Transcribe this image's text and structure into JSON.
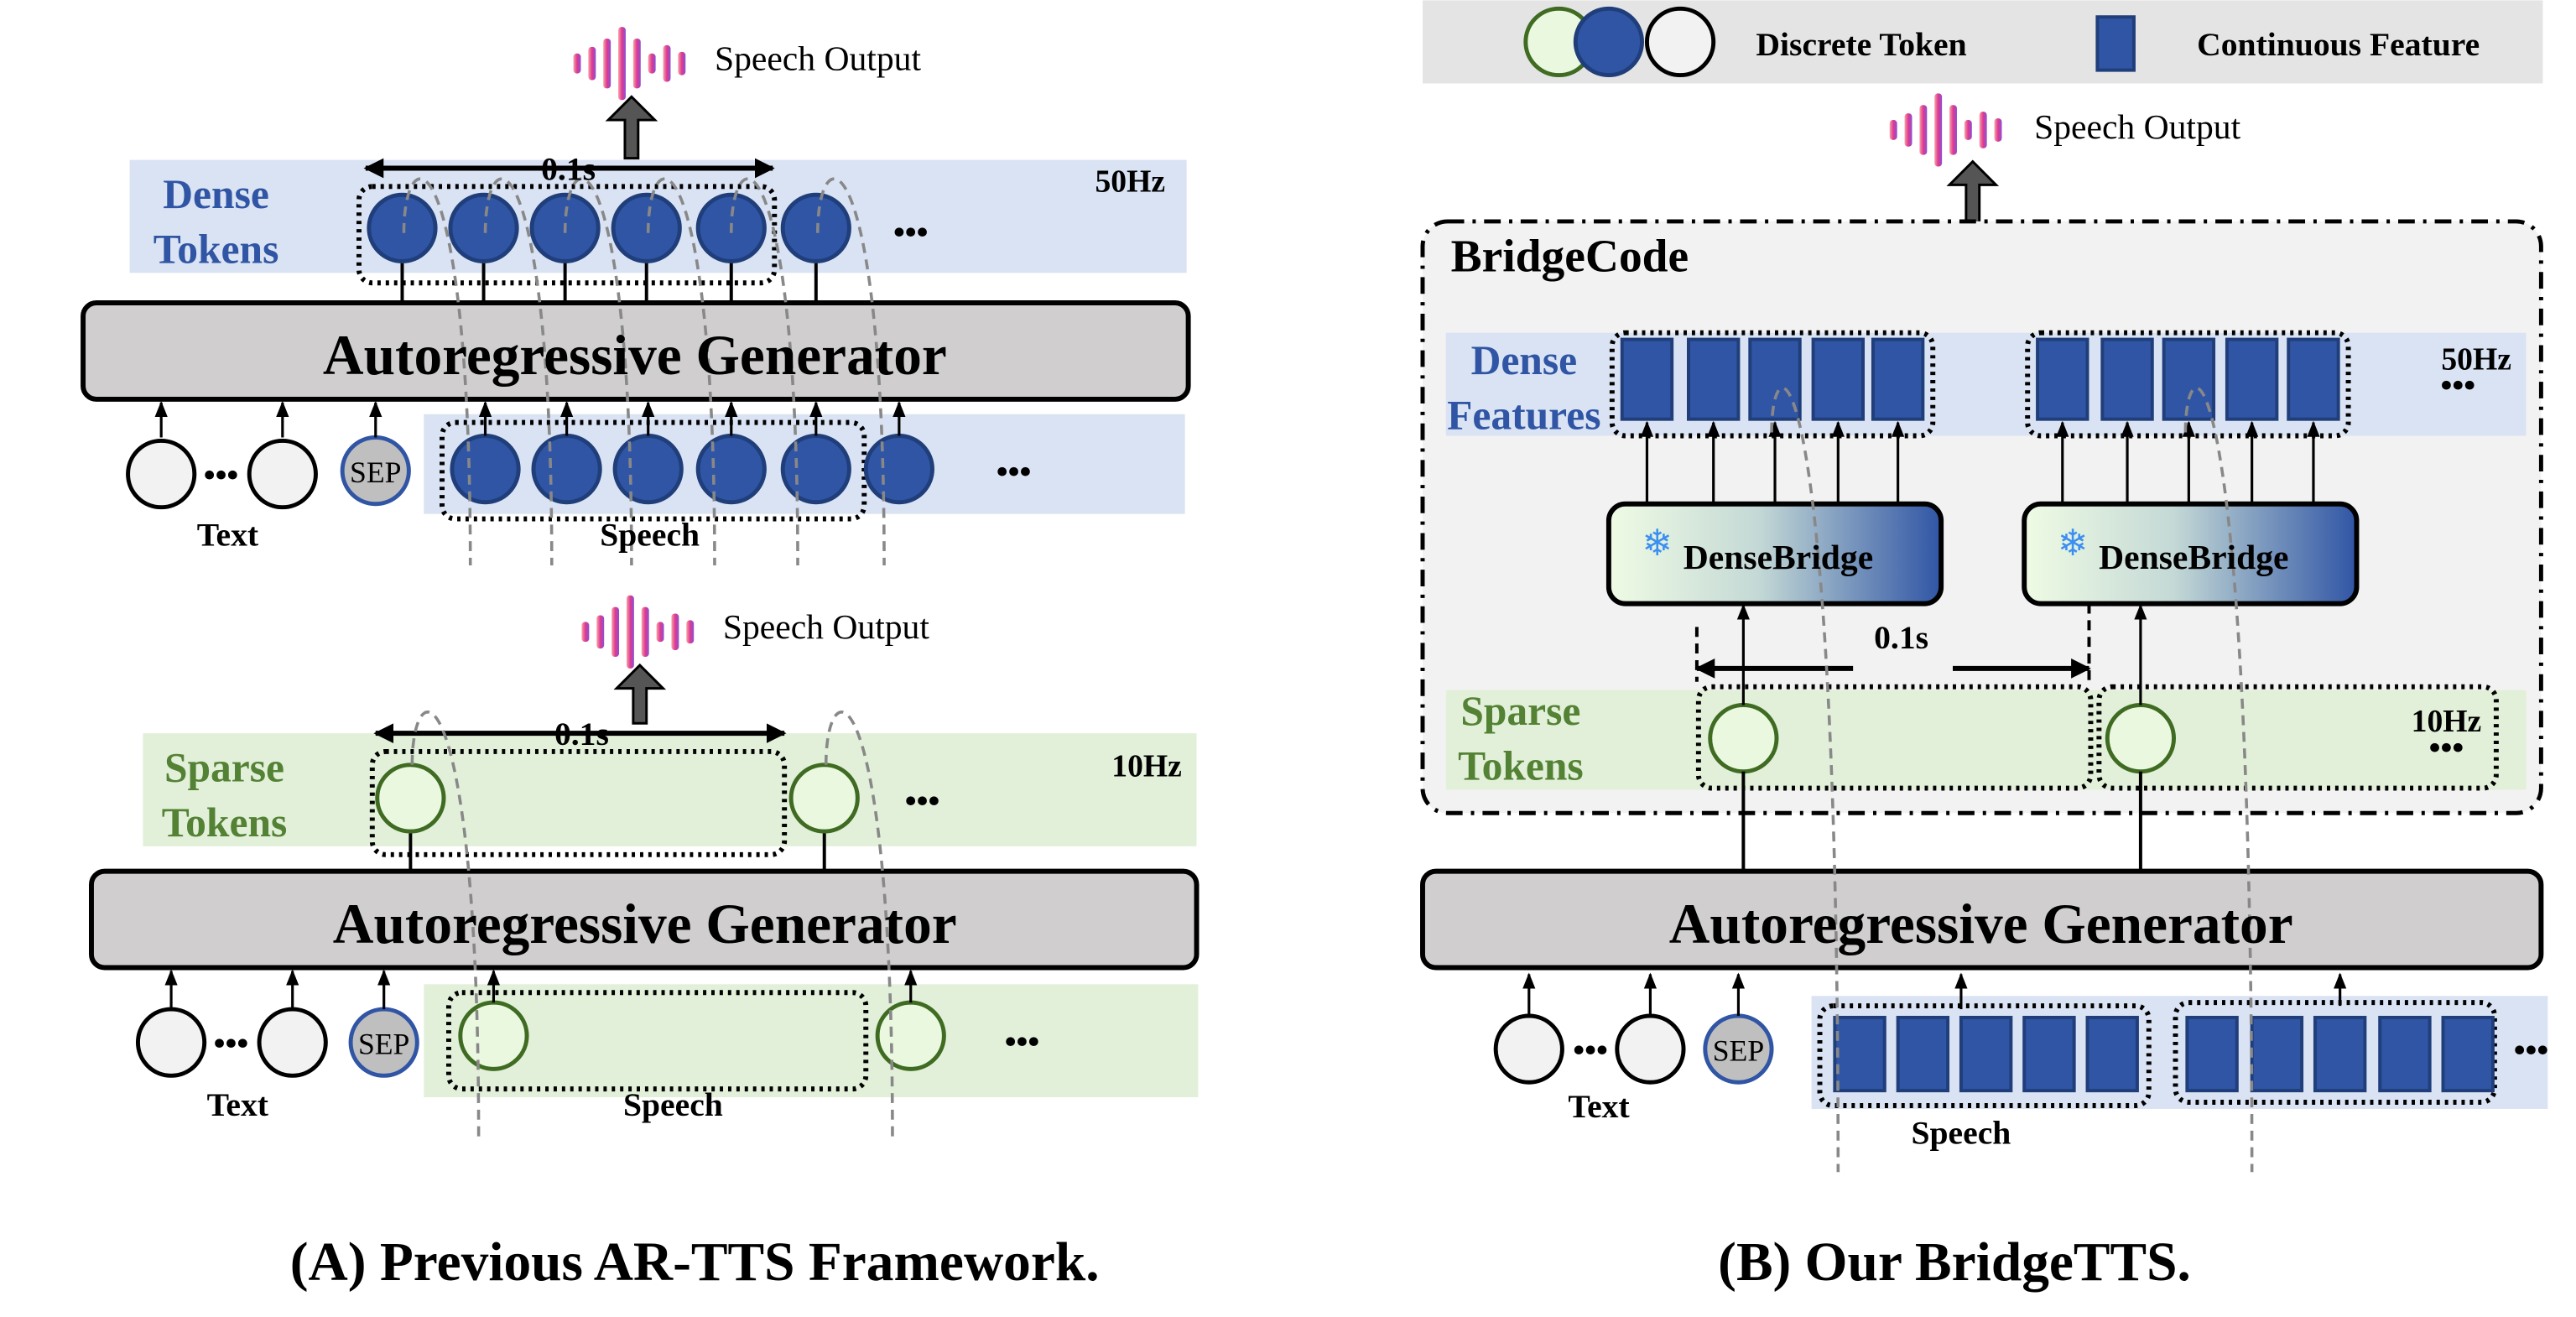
{
  "colors": {
    "dense_band": "#dae3f3",
    "sparse_band": "#e2f0d9",
    "dense_token": "#3055a5",
    "sparse_token": "#ebf8e0",
    "sparse_stroke": "#3f6b22",
    "generator": "#d0cece",
    "bridgecode_bg": "#f2f2f2",
    "legend_bg": "#e4e4e4",
    "snowflake": "#3b8ff0"
  },
  "common": {
    "speech_output": "Speech Output",
    "interval": "0.1s",
    "text": "Text",
    "speech": "Speech",
    "sep": "SEP",
    "ellipsis": "•••",
    "generator": "Autoregressive Generator"
  },
  "panel_a": {
    "dense_label": [
      "Dense",
      "Tokens"
    ],
    "dense_rate": "50Hz",
    "sparse_label": [
      "Sparse",
      "Tokens"
    ],
    "sparse_rate": "10Hz",
    "caption": "(A) Previous AR-TTS Framework."
  },
  "panel_b": {
    "legend": {
      "discrete": "Discrete Token",
      "continuous": "Continuous Feature"
    },
    "bridgecode": "BridgeCode",
    "dense_label": [
      "Dense",
      "Features"
    ],
    "dense_rate": "50Hz",
    "bridge": "DenseBridge",
    "bridge_icon": "snowflake-icon",
    "sparse_label": [
      "Sparse",
      "Tokens"
    ],
    "sparse_rate": "10Hz",
    "caption": "(B) Our BridgeTTS."
  }
}
